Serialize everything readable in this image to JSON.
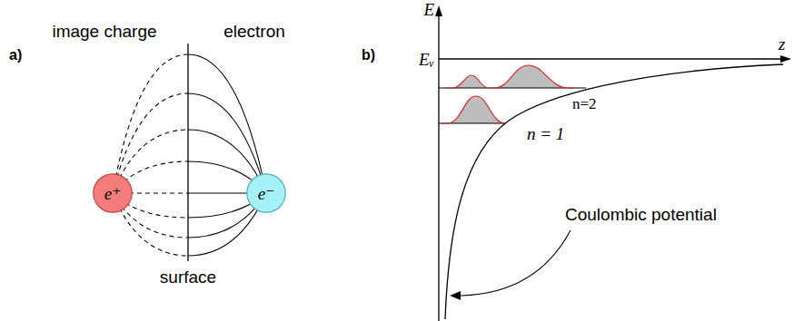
{
  "diagram": {
    "nodes": [
      {
        "text": [
          "e⁺"
        ]
      },
      {
        "text": [
          "e⁻"
        ]
      }
    ],
    "labels": [
      "a)",
      "image charge",
      "electron",
      "surface",
      "b)",
      "E",
      "z",
      "Eᵥ",
      "n=2",
      "n = 1",
      "Coulombic potential"
    ]
  }
}
